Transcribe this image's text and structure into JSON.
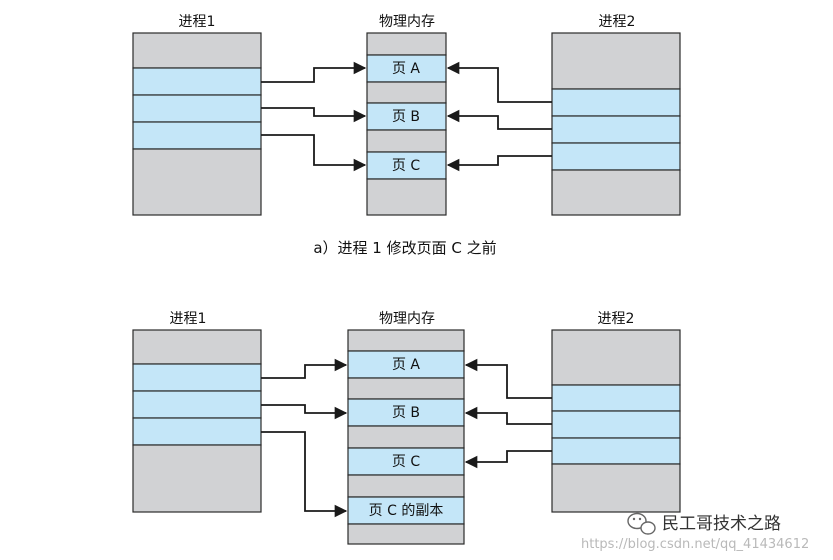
{
  "diagram_a": {
    "process1_label": "进程1",
    "memory_label": "物理内存",
    "process2_label": "进程2",
    "page_a": "页 A",
    "page_b": "页 B",
    "page_c": "页 C",
    "caption": "a）进程 1 修改页面 C 之前"
  },
  "diagram_b": {
    "process1_label": "进程1",
    "memory_label": "物理内存",
    "process2_label": "进程2",
    "page_a": "页 A",
    "page_b": "页 B",
    "page_c": "页 C",
    "page_c_copy": "页 C 的副本"
  },
  "watermark": {
    "brand": "民工哥技术之路",
    "icon": "wechat-icon",
    "url": "https://blog.csdn.net/qq_41434612"
  },
  "colors": {
    "page_fill": "#c4e6f8",
    "block_fill": "#d1d2d4",
    "line": "#1a1a1a"
  }
}
